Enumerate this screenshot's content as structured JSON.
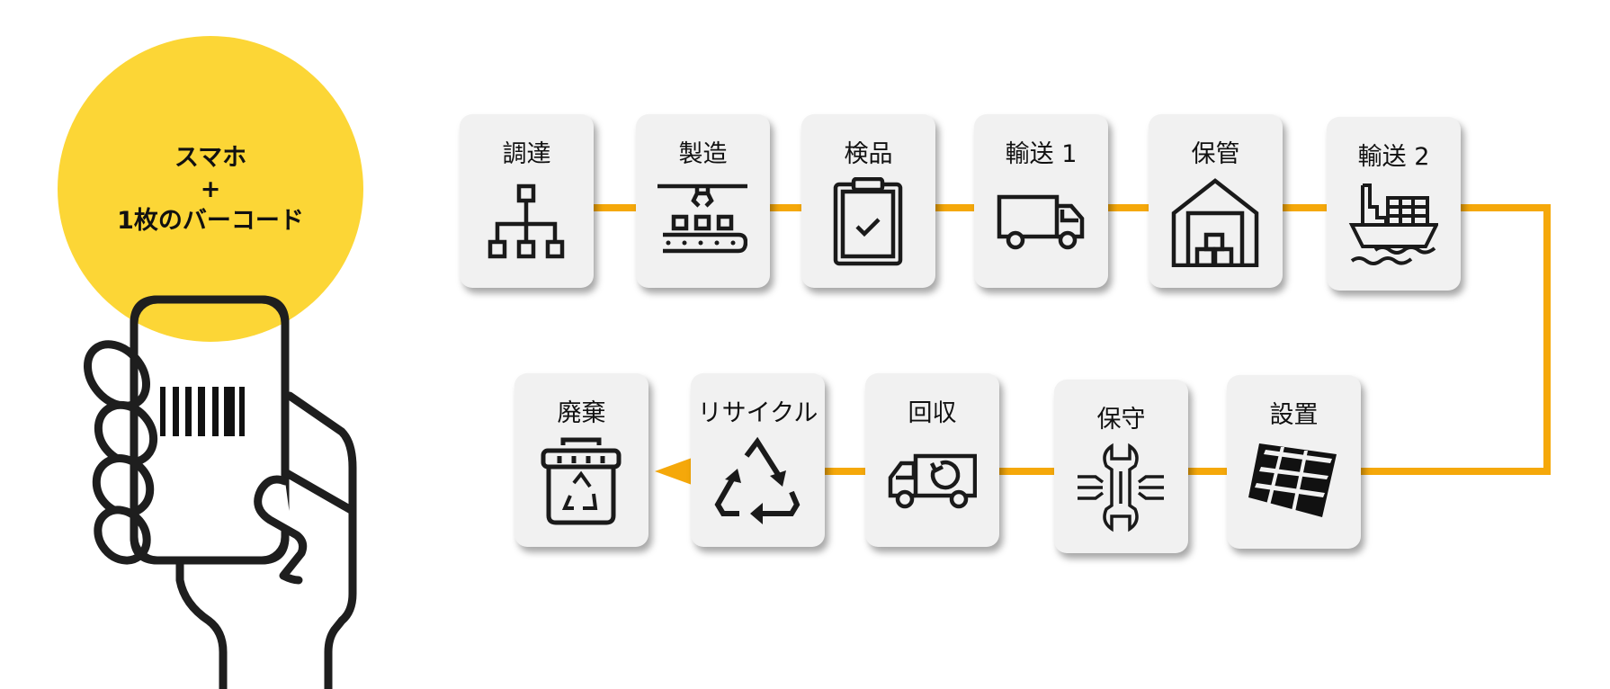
{
  "badge": {
    "line1": "スマホ",
    "line2": "+",
    "line3": "1枚のバーコード",
    "color": "#FCD636"
  },
  "flow": {
    "connector_color": "#F5A80A",
    "card_bg": "#F1F1F1",
    "steps": [
      {
        "label": "調達",
        "icon": "org-chart-icon"
      },
      {
        "label": "製造",
        "icon": "factory-conveyor-icon"
      },
      {
        "label": "検品",
        "icon": "clipboard-check-icon"
      },
      {
        "label": "輸送 1",
        "icon": "truck-icon"
      },
      {
        "label": "保管",
        "icon": "warehouse-icon"
      },
      {
        "label": "輸送 2",
        "icon": "cargo-ship-icon"
      },
      {
        "label": "設置",
        "icon": "solar-panel-icon"
      },
      {
        "label": "保守",
        "icon": "wrench-icon"
      },
      {
        "label": "回収",
        "icon": "return-truck-icon"
      },
      {
        "label": "リサイクル",
        "icon": "recycle-icon"
      },
      {
        "label": "廃棄",
        "icon": "recycle-bin-icon"
      }
    ]
  }
}
